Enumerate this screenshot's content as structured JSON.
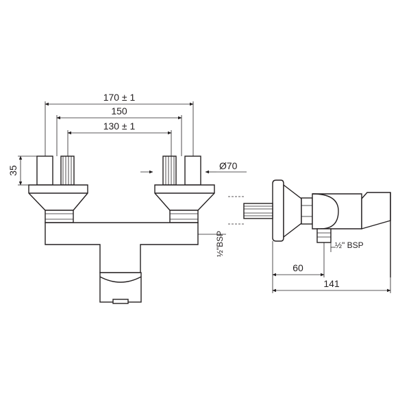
{
  "front_view": {
    "dim_total_width": "170 ± 1",
    "dim_center": "150",
    "dim_inner": "130 ± 1",
    "dim_height": "35",
    "dim_flange_dia": "Ø70",
    "inlet_thread": "½\"BSP"
  },
  "side_view": {
    "outlet_thread": "½\" BSP",
    "dim_depth_short": "60",
    "dim_depth_total": "141"
  }
}
